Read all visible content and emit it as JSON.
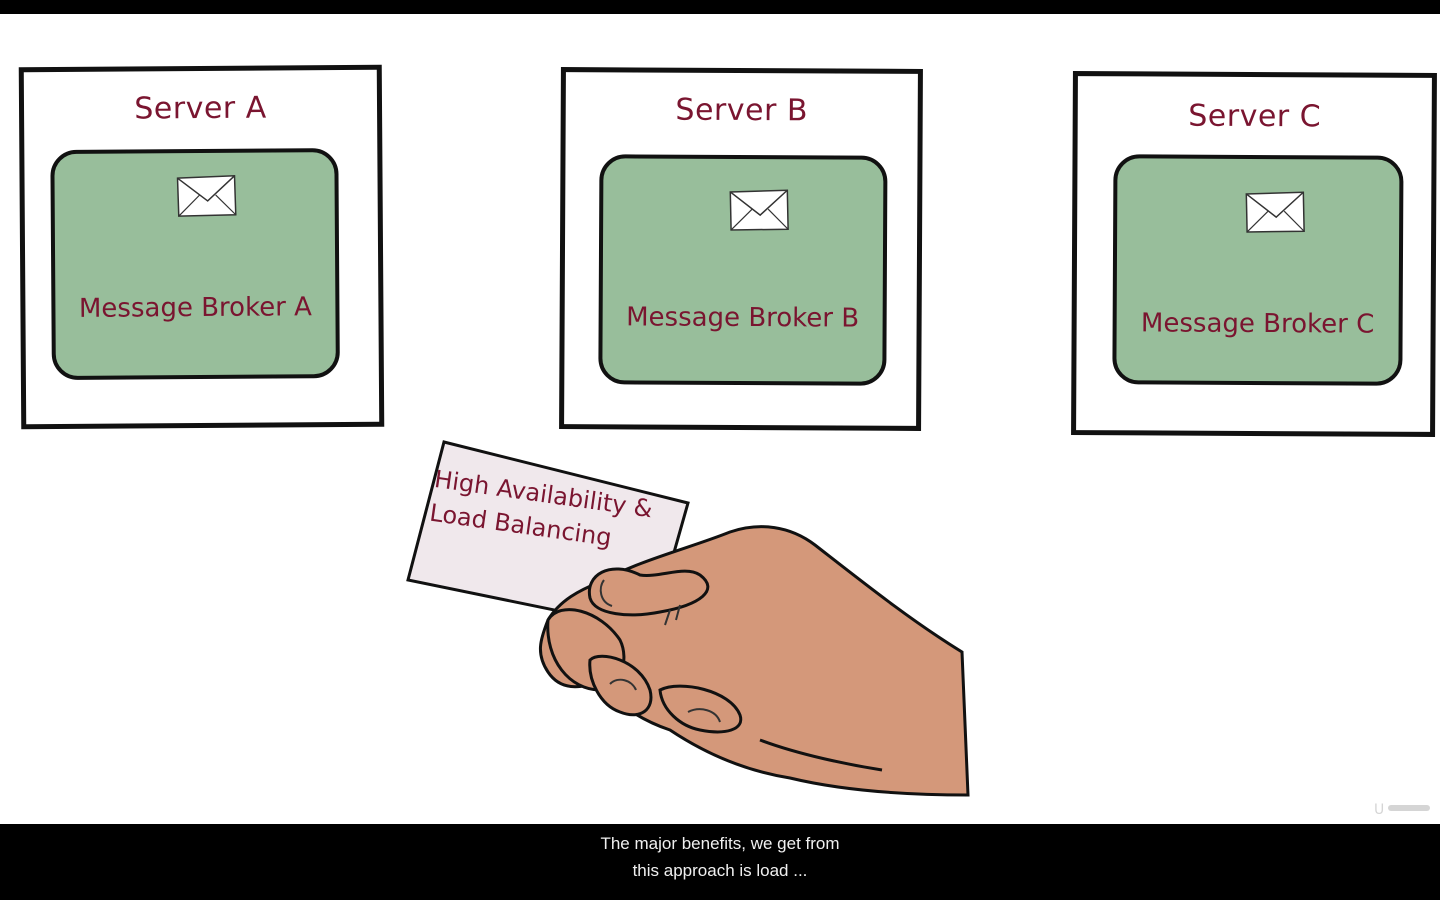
{
  "servers": [
    {
      "title": "Server A",
      "broker": "Message Broker A",
      "envelope_icon": "envelope-icon"
    },
    {
      "title": "Server B",
      "broker": "Message Broker B",
      "envelope_icon": "envelope-icon"
    },
    {
      "title": "Server C",
      "broker": "Message Broker C",
      "envelope_icon": "envelope-icon"
    }
  ],
  "card": {
    "line1": "High Availability &",
    "line2": "Load Balancing"
  },
  "subtitle": {
    "line1": "The major benefits, we get from",
    "line2": "this approach is load ..."
  },
  "colors": {
    "text_accent": "#7a1530",
    "broker_fill": "#98be9b",
    "skin": "#d4987a",
    "card_fill": "#f0e8ec"
  }
}
